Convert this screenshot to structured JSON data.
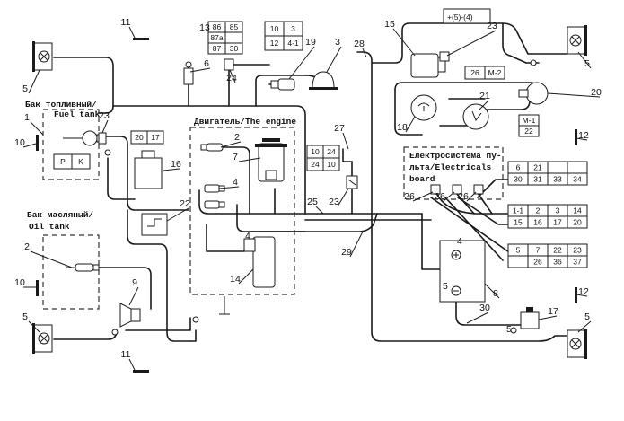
{
  "labels": {
    "fuel_tank_1": "Бак топливный/",
    "fuel_tank_2": "Fuel tank",
    "oil_tank_1": "Бак масляный/",
    "oil_tank_2": "Oil tank",
    "engine": "Двигатель/The engine",
    "elec_1": "Електросистема пу-",
    "elec_2": "льта/Electricals",
    "elec_3": "board"
  },
  "callouts": [
    "1",
    "2",
    "2",
    "3",
    "4",
    "5",
    "5",
    "5",
    "5",
    "6",
    "7",
    "8",
    "9",
    "10",
    "10",
    "11",
    "11",
    "12",
    "12",
    "13",
    "14",
    "15",
    "16",
    "17",
    "18",
    "19",
    "20",
    "21",
    "22",
    "23",
    "23",
    "23",
    "24",
    "25",
    "26",
    "26",
    "26",
    "27",
    "28",
    "29",
    "30"
  ],
  "tables": {
    "relay_85": [
      [
        "86",
        "85"
      ],
      [
        "87a",
        ""
      ],
      [
        "87",
        "30"
      ]
    ],
    "relay_10": [
      [
        "10",
        "3"
      ],
      [
        "12",
        "4-1"
      ]
    ],
    "t_20": [
      [
        "20",
        "17"
      ]
    ],
    "t_pk": [
      [
        "P",
        "K"
      ]
    ],
    "t_10_24": [
      [
        "10",
        "24"
      ],
      [
        "24",
        "10"
      ]
    ],
    "t_26m2": [
      [
        "26",
        "M-2"
      ]
    ],
    "t_m1": [
      [
        "M-1"
      ],
      [
        "22"
      ]
    ],
    "t_6": [
      [
        "6",
        "21",
        "",
        ""
      ],
      [
        "30",
        "31",
        "33",
        "34"
      ]
    ],
    "t_11": [
      [
        "1-1",
        "2",
        "3",
        "14"
      ],
      [
        "15",
        "16",
        "17",
        "20"
      ]
    ],
    "t_5": [
      [
        "5",
        "7",
        "22",
        "23"
      ],
      [
        "",
        "26",
        "36",
        "37"
      ]
    ]
  },
  "switch_legend": "+(5)-(4)",
  "terminals": {
    "plus": "4",
    "minus": "5",
    "ground5": "5",
    "relay4": "4"
  }
}
